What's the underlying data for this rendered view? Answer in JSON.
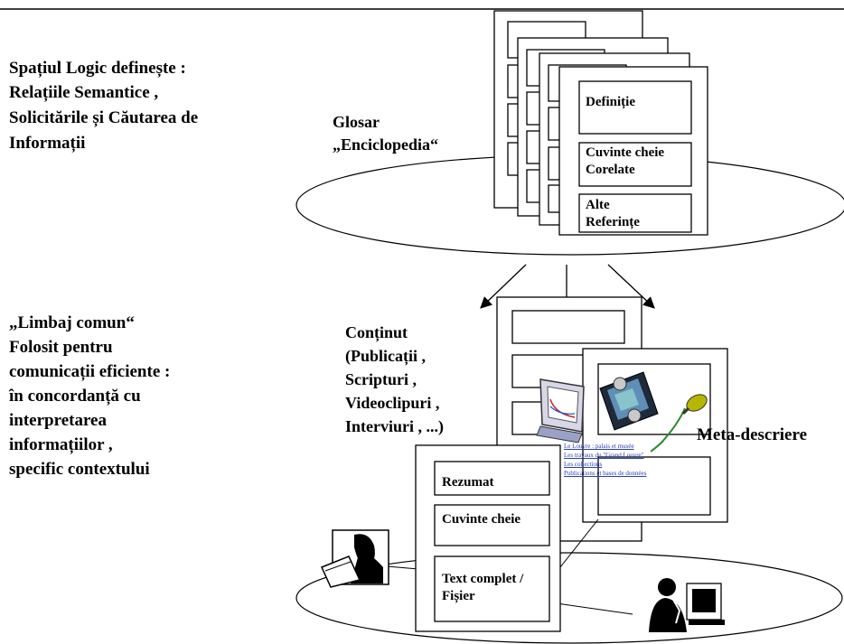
{
  "left_texts": {
    "logical_space": [
      "Spațiul Logic definește :",
      "Relațiile Semantice ,",
      "Solicitările și Căutarea de",
      "Informații"
    ],
    "common_language": [
      "„Limbaj comun“",
      "Folosit pentru",
      "comunicații eficiente :",
      "în concordanță cu",
      "interpretarea",
      "informațiilor ,",
      "specific contextului"
    ]
  },
  "glossary": {
    "title": [
      "Glosar",
      "„Enciclopedia“"
    ],
    "boxes": [
      "Definiție",
      "Cuvinte cheie Corelate",
      "Alte Referințe"
    ]
  },
  "content": {
    "title": [
      "Conținut",
      "(Publicații ,",
      "Scripturi ,",
      "Videoclipuri ,",
      "Interviuri , ...)"
    ]
  },
  "metadata_label": "Meta-descriere",
  "document_boxes": [
    "Rezumat",
    "Cuvinte cheie",
    "Text complet / Fișier"
  ],
  "web_links": [
    "Le Louvre : palais et musée",
    "Les travaux du \"Grand Louvre\"",
    "Les collections",
    "Publications et bases de données"
  ],
  "icons": [
    "monitor-chart-icon",
    "film-strip-icon",
    "microphone-icon",
    "woman-at-laptop-icon",
    "man-on-phone-icon"
  ]
}
